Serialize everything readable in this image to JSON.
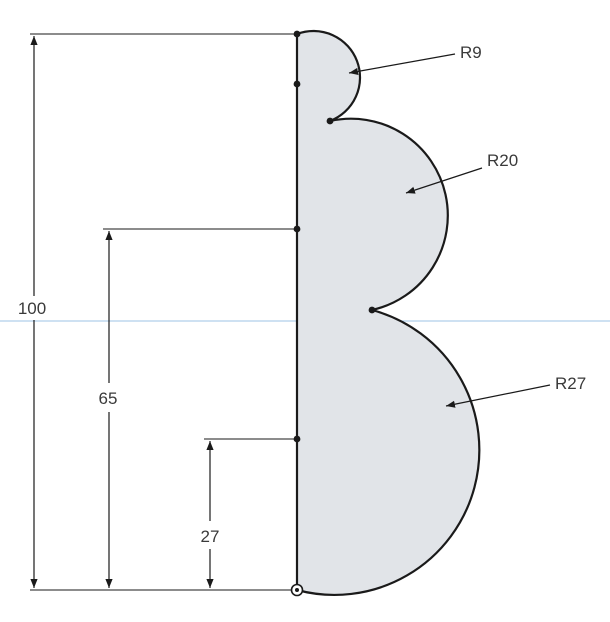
{
  "sketch": {
    "profile_fill": "#e1e4e8",
    "line_color": "#1a1a1a",
    "construction_line_color": "#9cc3e6",
    "dimensions": {
      "overall_height": "100",
      "mid_height": "65",
      "low_height": "27"
    },
    "radii": {
      "top": "R9",
      "middle": "R20",
      "bottom": "R27"
    }
  }
}
